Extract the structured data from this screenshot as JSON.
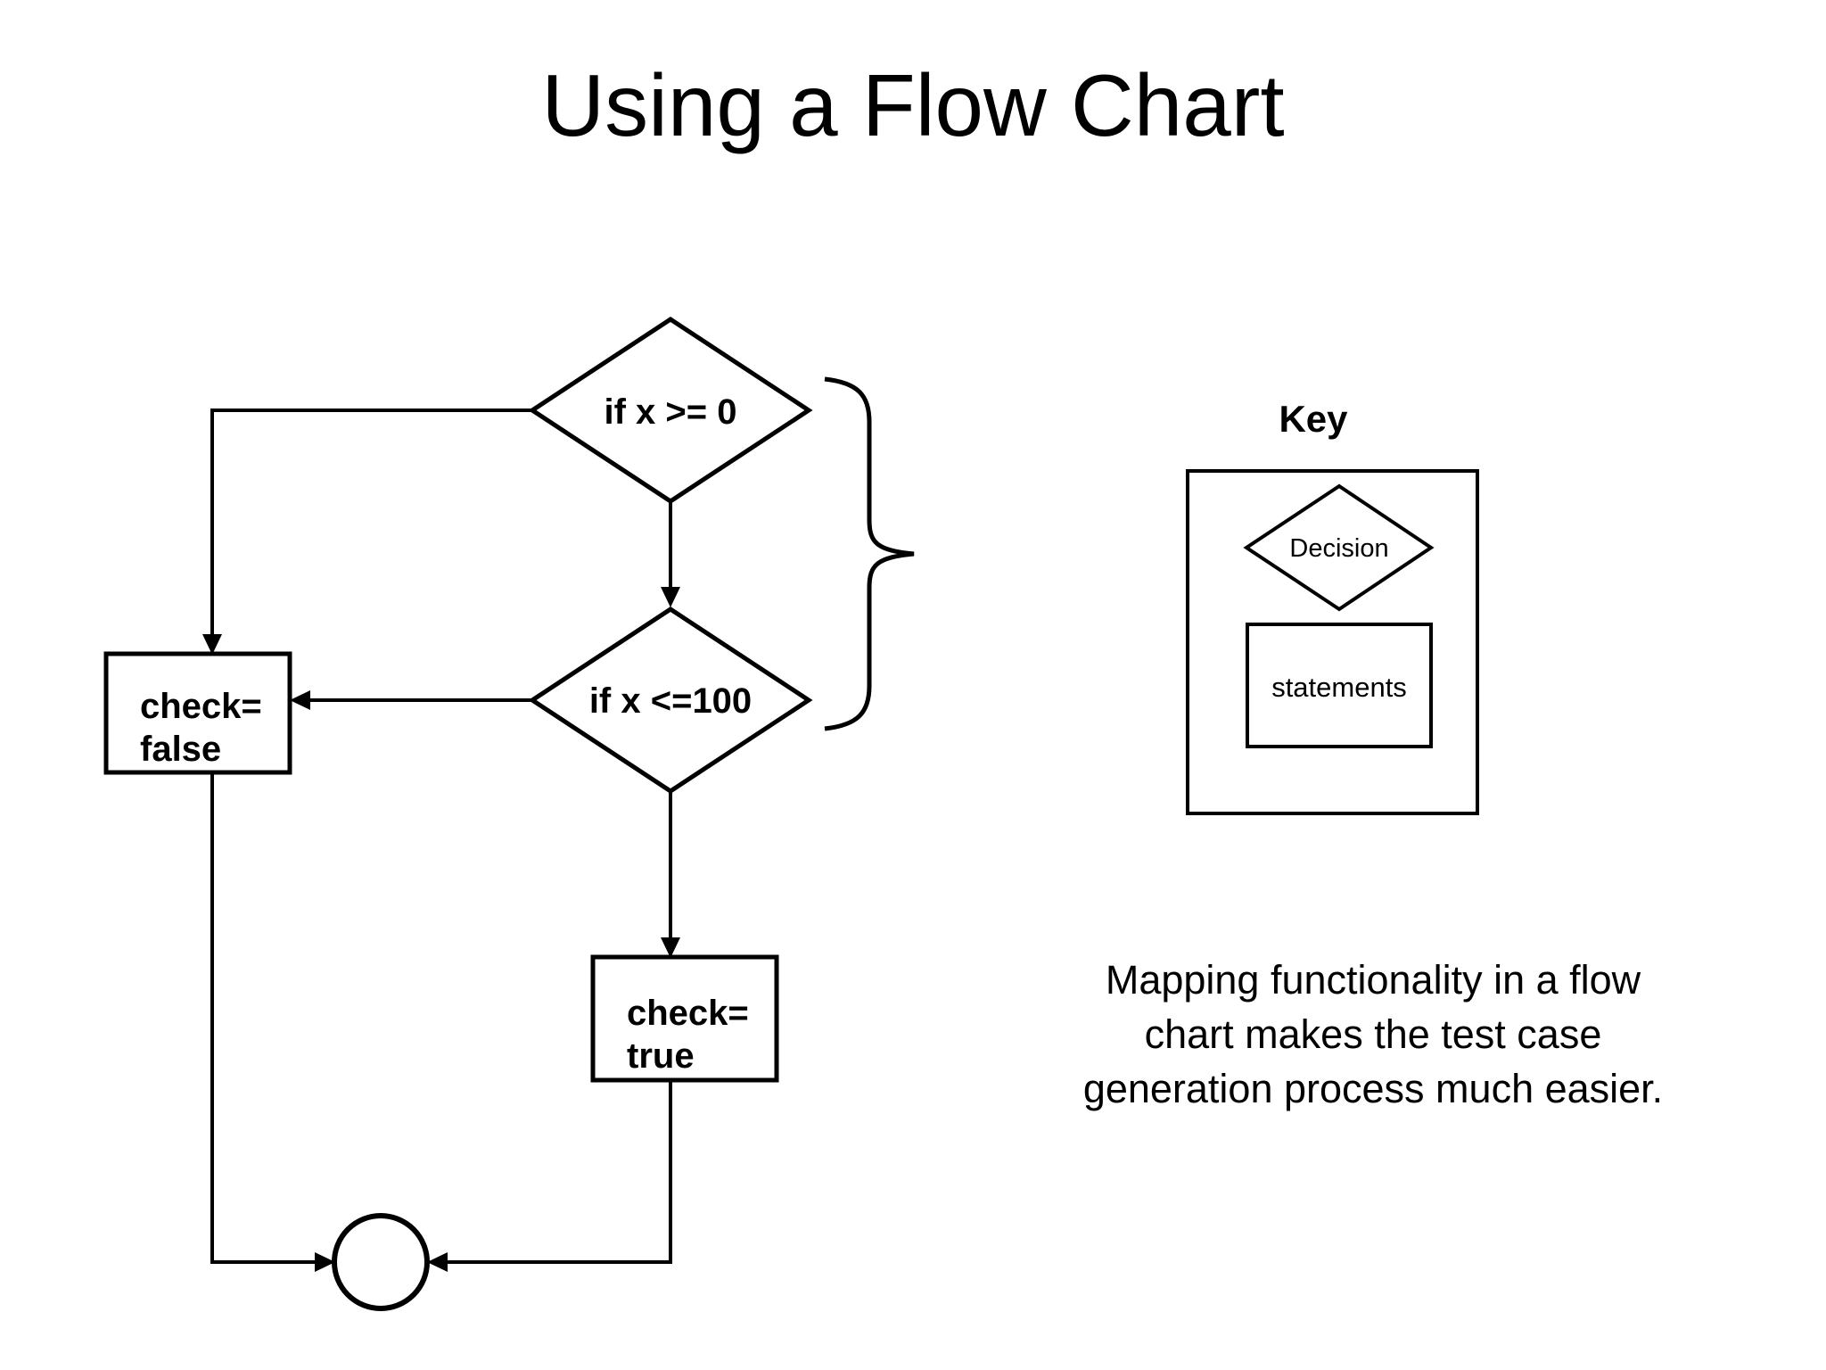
{
  "slide": {
    "title": "Using a Flow Chart"
  },
  "flowchart": {
    "decision_top_label": "if x >= 0",
    "decision_bottom_label": "if x <=100",
    "check_false": {
      "line1": "check=",
      "line2": "false"
    },
    "check_true": {
      "line1": "check=",
      "line2": "true"
    }
  },
  "key": {
    "title": "Key",
    "decision_label": "Decision",
    "statements_label": "statements"
  },
  "caption": {
    "lines": [
      "Mapping functionality in a flow",
      "chart makes the test case",
      "generation process much easier."
    ]
  },
  "colors": {
    "ink": "#000000",
    "background": "#ffffff"
  }
}
